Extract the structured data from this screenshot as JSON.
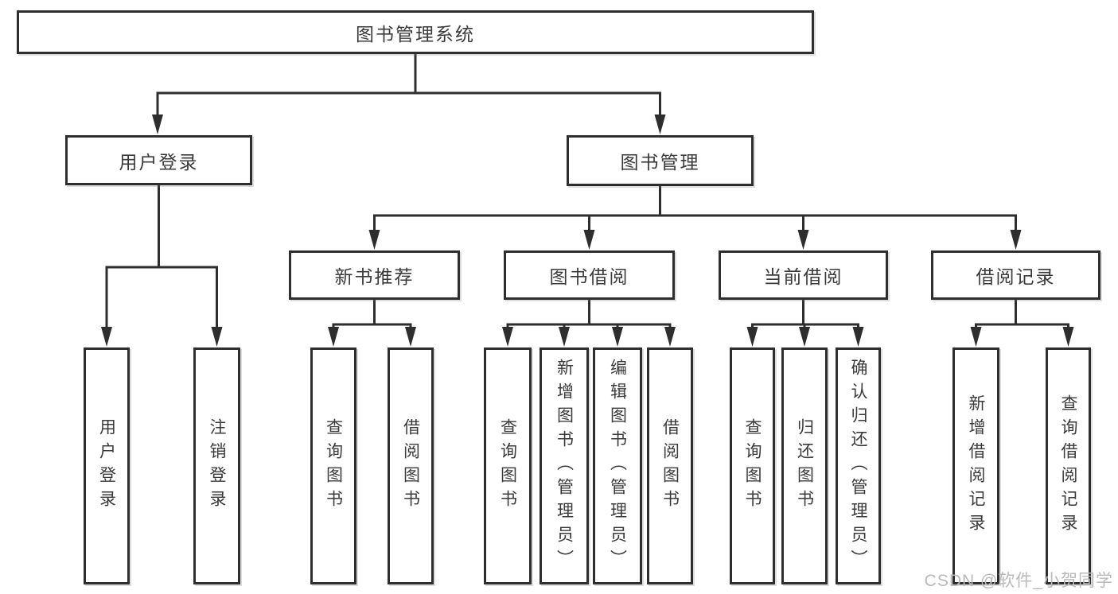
{
  "diagram_title": "图书管理系统",
  "watermark": "CSDN @软件_小贺同学",
  "colors": {
    "line": "#2e2e2e",
    "box_border": "#2e2e2e",
    "box_fill": "#ffffff",
    "text": "#3a3a3a",
    "watermark": "#b9b9b9"
  },
  "nodes": {
    "root": "图书管理系统",
    "user_login": "用户登录",
    "book_mgmt": "图书管理",
    "login_action": "用户登录",
    "logout_action": "注销登录",
    "new_book_rec": "新书推荐",
    "book_borrow": "图书借阅",
    "current_borrow": "当前借阅",
    "borrow_record": "借阅记录",
    "nb_query": "查询图书",
    "nb_borrow": "借阅图书",
    "bb_query": "查询图书",
    "bb_add": "新增图书（管理员）",
    "bb_edit": "编辑图书（管理员）",
    "bb_borrow": "借阅图书",
    "cb_query": "查询图书",
    "cb_return": "归还图书",
    "cb_confirm": "确认归还（管理员）",
    "br_add": "新增借阅记录",
    "br_query": "查询借阅记录"
  },
  "hierarchy": {
    "图书管理系统": [
      "用户登录",
      "图书管理"
    ],
    "用户登录": [
      "用户登录",
      "注销登录"
    ],
    "图书管理": [
      "新书推荐",
      "图书借阅",
      "当前借阅",
      "借阅记录"
    ],
    "新书推荐": [
      "查询图书",
      "借阅图书"
    ],
    "图书借阅": [
      "查询图书",
      "新增图书（管理员）",
      "编辑图书（管理员）",
      "借阅图书"
    ],
    "当前借阅": [
      "查询图书",
      "归还图书",
      "确认归还（管理员）"
    ],
    "借阅记录": [
      "新增借阅记录",
      "查询借阅记录"
    ]
  }
}
